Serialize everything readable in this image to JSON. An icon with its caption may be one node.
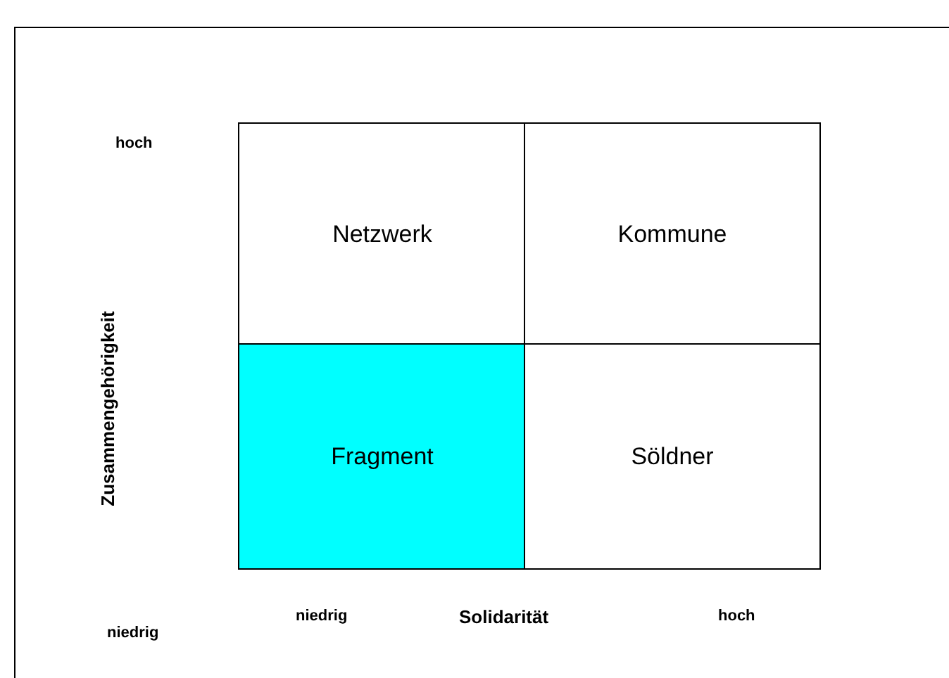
{
  "diagram": {
    "nodes": [
      {
        "text": [
          "Netzwerk"
        ]
      },
      {
        "text": [
          "Kommune"
        ]
      },
      {
        "text": [
          "Fragment"
        ]
      },
      {
        "text": [
          "Söldner"
        ]
      }
    ],
    "labels": [
      "hoch",
      "Zusammengehörigkeit",
      "niedrig",
      "niedrig",
      "Solidarität",
      "hoch"
    ]
  }
}
